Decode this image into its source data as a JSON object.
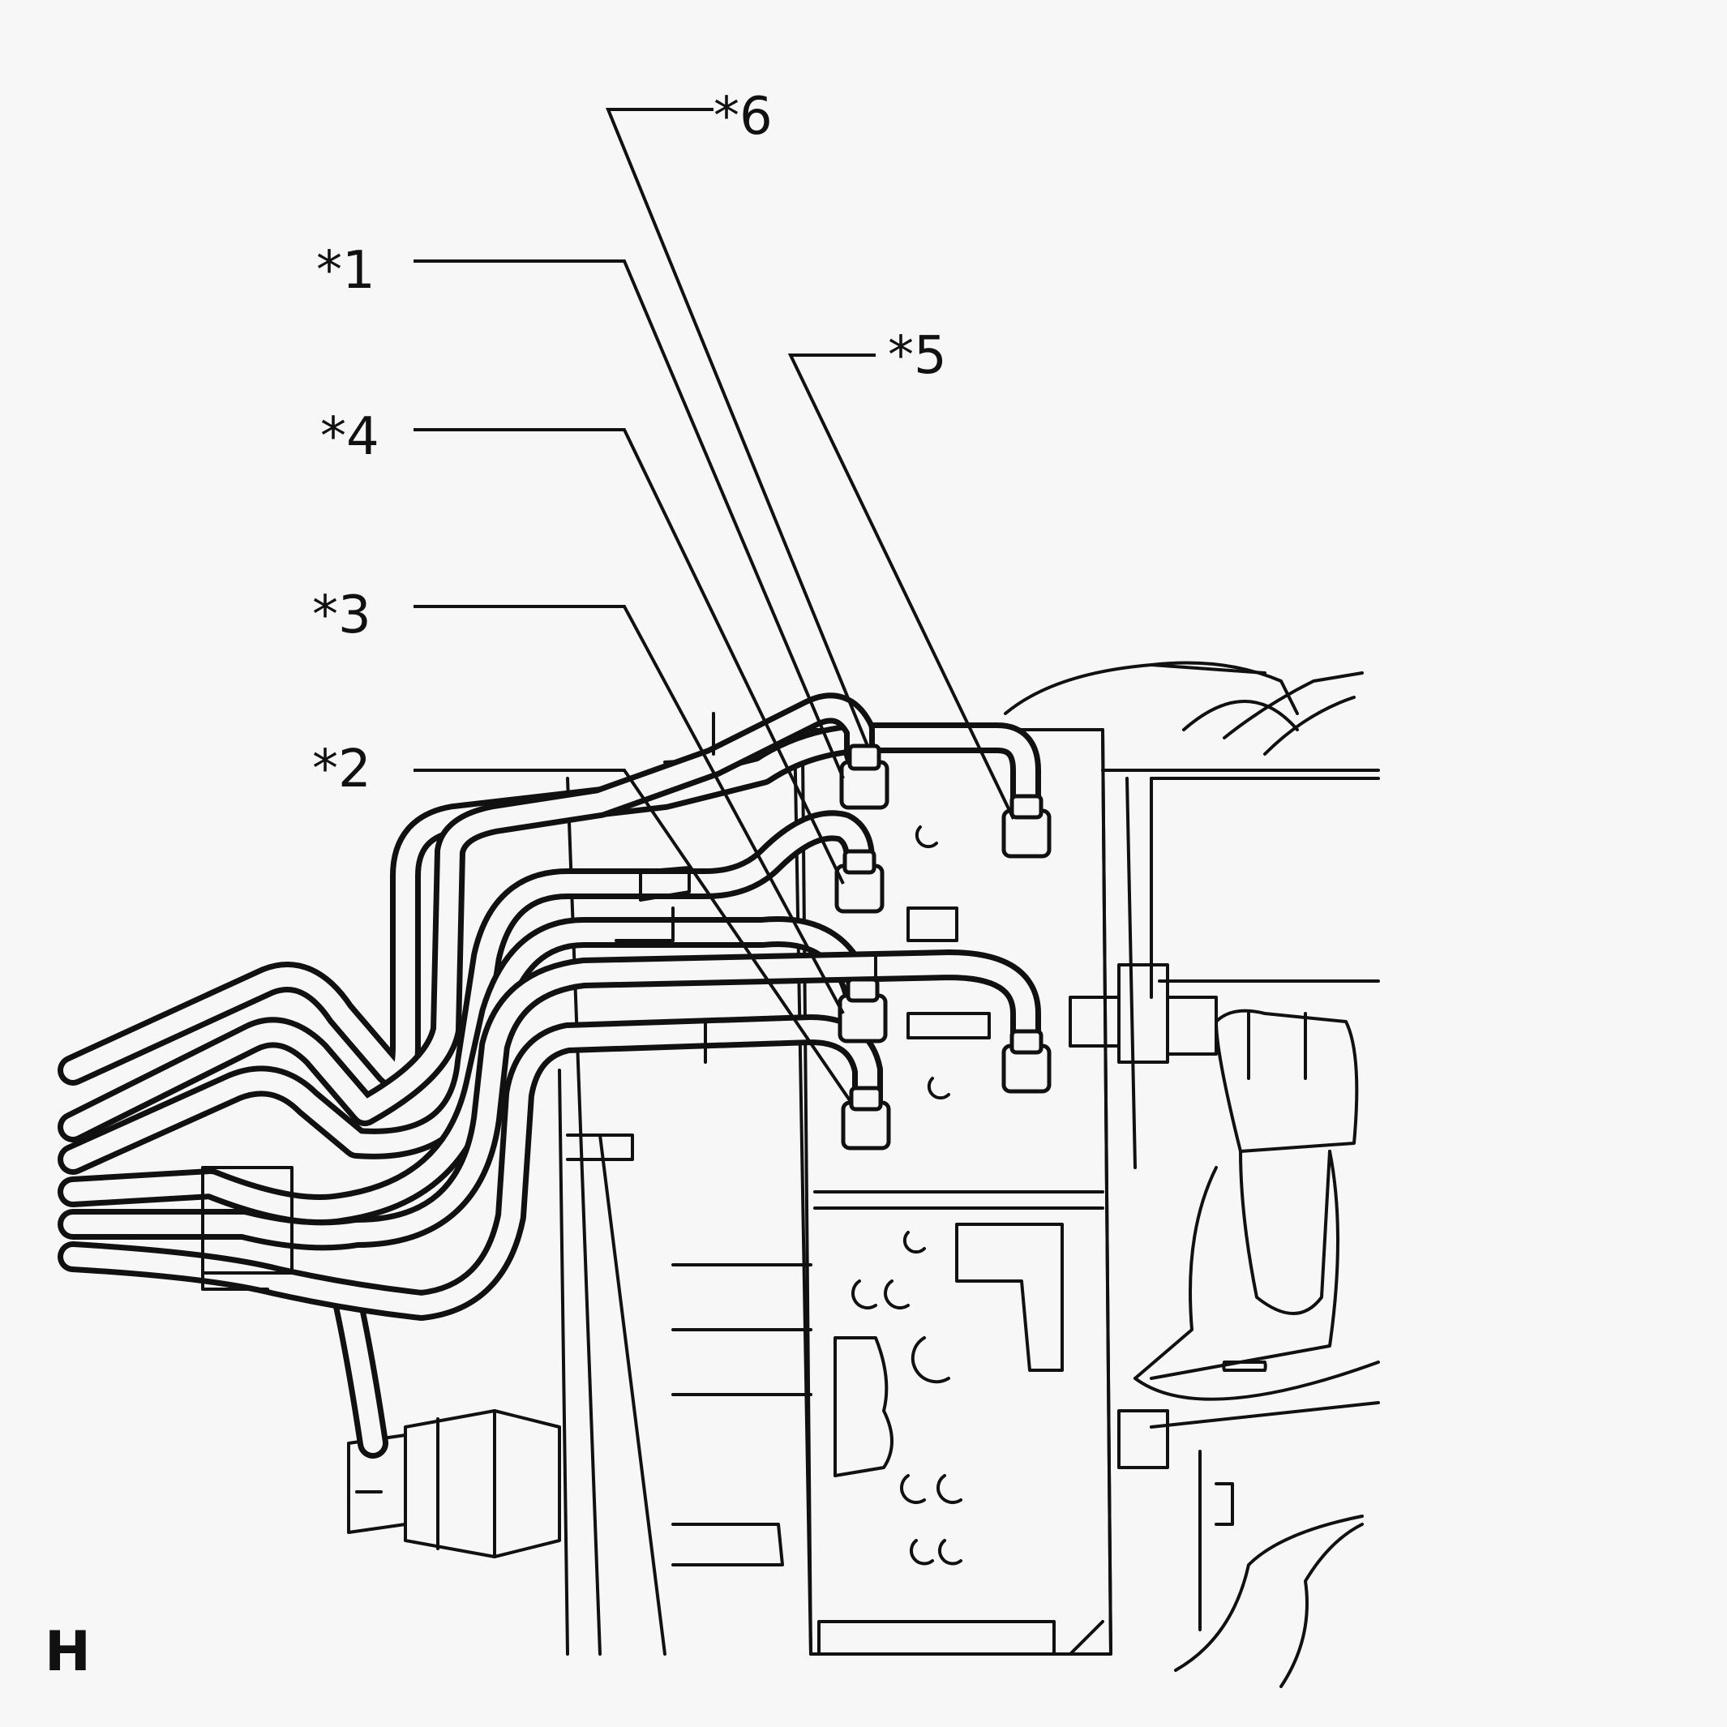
{
  "callouts": [
    {
      "id": "6",
      "text": "*6"
    },
    {
      "id": "1",
      "text": "*1"
    },
    {
      "id": "5",
      "text": "*5"
    },
    {
      "id": "4",
      "text": "*4"
    },
    {
      "id": "3",
      "text": "*3"
    },
    {
      "id": "2",
      "text": "*2"
    }
  ],
  "view_code": "H"
}
